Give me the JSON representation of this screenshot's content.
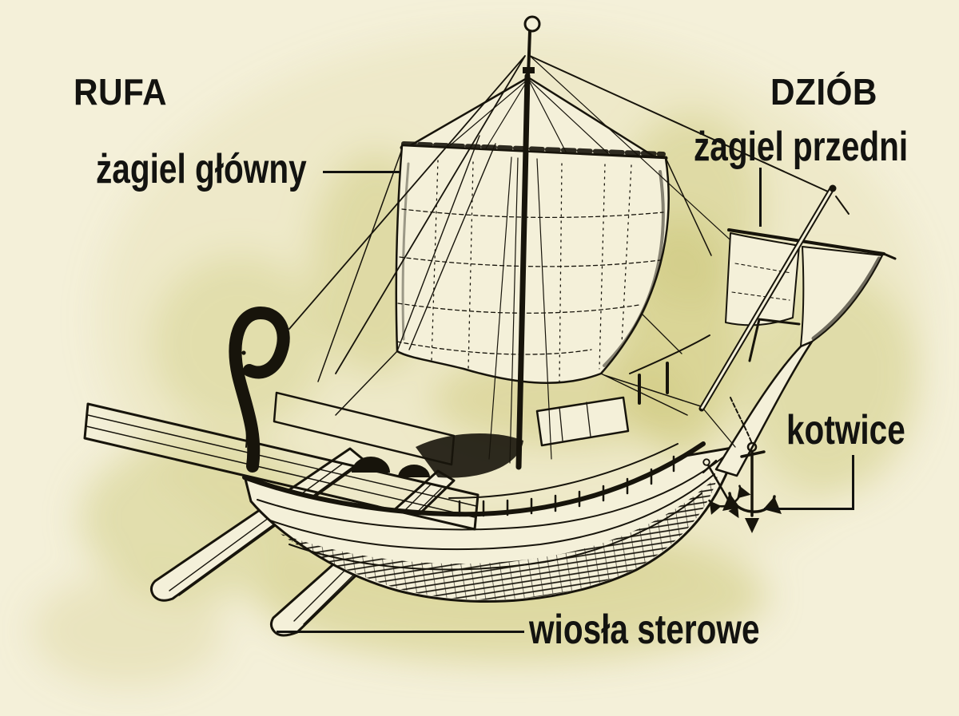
{
  "colors": {
    "background": "#f4f0d9",
    "tint": "#d0cb82",
    "ink": "#17140b",
    "label_ink": "#131310"
  },
  "labels": {
    "stern": "RUFA",
    "bow": "DZIÓB",
    "main_sail": "żagiel główny",
    "front_sail": "żagiel przedni",
    "anchors": "kotwice",
    "steering_oars": "wiosła sterowe"
  }
}
